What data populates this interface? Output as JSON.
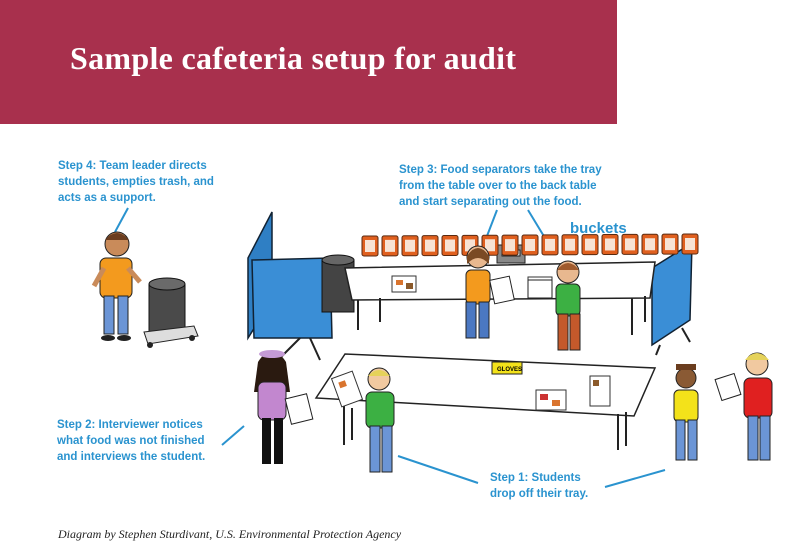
{
  "title": "Sample cafeteria setup for audit",
  "steps": {
    "step4": [
      "Step 4: Team leader directs",
      "students, empties trash, and",
      "acts as a support."
    ],
    "step3": [
      "Step 3: Food separators take the tray",
      "from the table over to the back table",
      "and start separating out the food."
    ],
    "step2": [
      "Step 2: Interviewer notices",
      "what food was not finished",
      "and interviews the student."
    ],
    "step1": [
      "Step 1: Students",
      "drop off their tray."
    ]
  },
  "labels": {
    "buckets": "buckets",
    "gloves_sign": "GLOVES"
  },
  "credit": "Diagram by Stephen Sturdivant, U.S. Environmental Protection Agency",
  "colors": {
    "banner": "#a8304d",
    "step_text": "#2a93cf",
    "bucket": "#e0601f",
    "partition": "#2f7fc4"
  }
}
